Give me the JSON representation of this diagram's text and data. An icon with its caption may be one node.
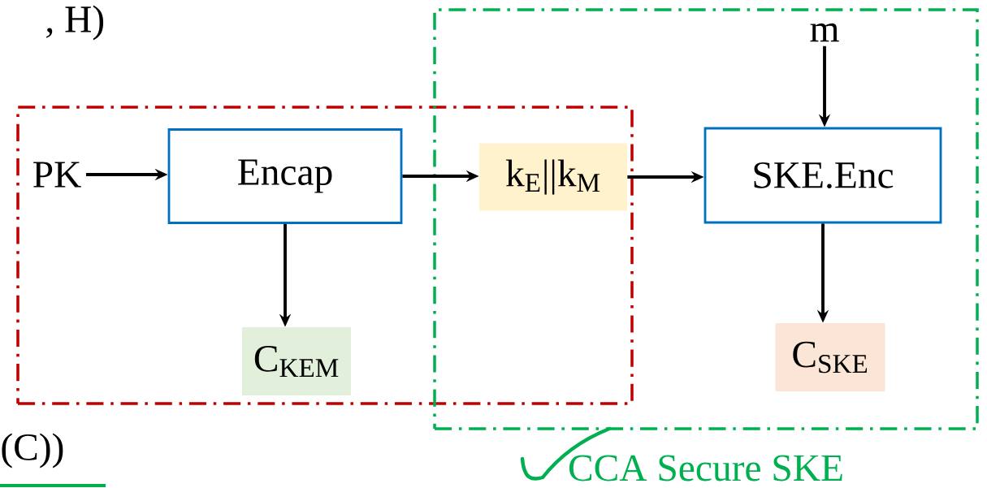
{
  "diagram": {
    "nodes": [
      {
        "text": [],
        "shape": "box"
      },
      {
        "text": [
          "CCA Secure SKE"
        ]
      },
      {
        "text": [
          "PK"
        ],
        "in": 0
      },
      {
        "text": [
          "Encap"
        ],
        "in": 0
      },
      {
        "text": [
          "C$_{KEM}$"
        ],
        "in": 0
      },
      {
        "text": [
          "k$_{E}$||k$_{M}$"
        ]
      },
      {
        "text": [
          "m"
        ],
        "in": 1
      },
      {
        "text": [
          "SKE.Enc"
        ],
        "in": 1
      },
      {
        "text": [
          "C$_{SKE}$"
        ],
        "in": 1
      }
    ],
    "edges": [
      {
        "from": 2,
        "to": 3,
        "arrow": "to"
      },
      {
        "from": 3,
        "to": 5,
        "arrow": "to"
      },
      {
        "from": 3,
        "to": 4,
        "arrow": "to"
      },
      {
        "from": 5,
        "to": 7,
        "arrow": "to"
      },
      {
        "from": 6,
        "to": 7,
        "arrow": "to"
      },
      {
        "from": 7,
        "to": 8,
        "arrow": "to"
      }
    ],
    "labels": [
      ", H)",
      "(C))"
    ]
  }
}
